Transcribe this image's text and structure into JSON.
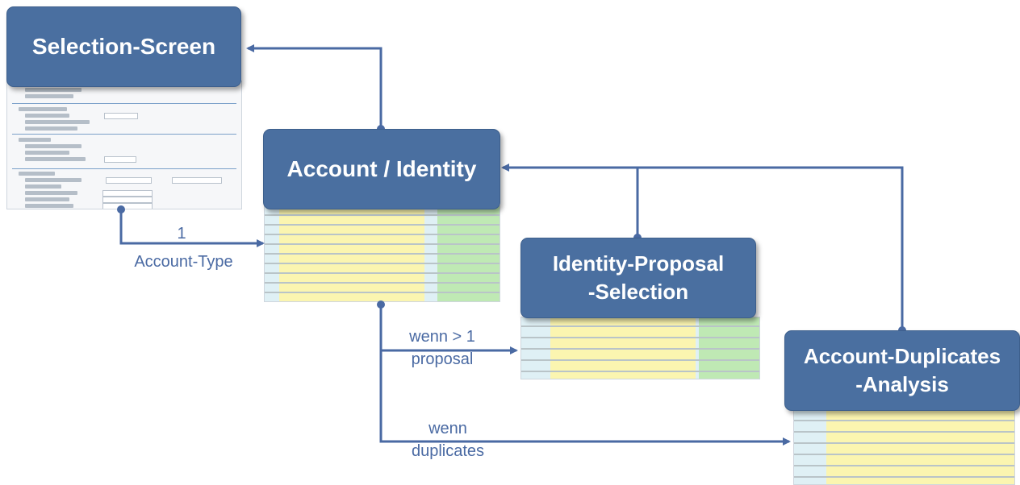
{
  "boxes": {
    "selection_screen": "Selection-Screen",
    "account_identity": "Account / Identity",
    "identity_proposal": "Identity-Proposal\n-Selection",
    "account_duplicates": "Account-Duplicates\n-Analysis"
  },
  "edges": {
    "account_type_number": "1",
    "account_type_label": "Account-Type",
    "proposal_label": "wenn > 1\nproposal",
    "duplicates_label": "wenn\nduplicates"
  },
  "colors": {
    "box_fill": "#4a6fa0",
    "arrow": "#4a6aa3",
    "sheet_yellow": "#fbf5b0",
    "sheet_green": "#bfe9b4",
    "sheet_blue": "#dff0f5"
  }
}
